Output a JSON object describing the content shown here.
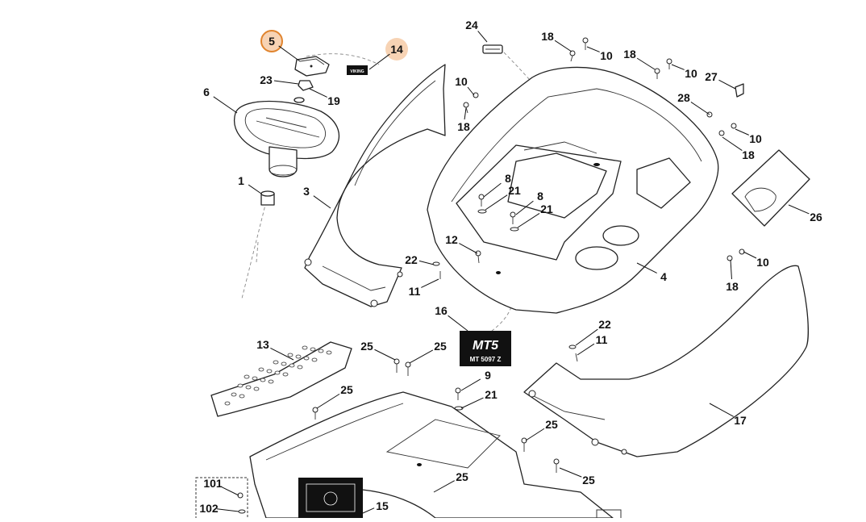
{
  "colors": {
    "highlight_fill": "#f7d3b4",
    "highlight_ring": "#e0842e",
    "ink": "#111111",
    "decal_bg": "#111111"
  },
  "callouts": [
    {
      "id": "5",
      "label": "5",
      "highlighted": "ring"
    },
    {
      "id": "14",
      "label": "14",
      "highlighted": "fill"
    },
    {
      "id": "24",
      "label": "24"
    },
    {
      "id": "18a",
      "label": "18"
    },
    {
      "id": "10a",
      "label": "10"
    },
    {
      "id": "18b",
      "label": "18"
    },
    {
      "id": "10b",
      "label": "10"
    },
    {
      "id": "27",
      "label": "27"
    },
    {
      "id": "23",
      "label": "23"
    },
    {
      "id": "19",
      "label": "19"
    },
    {
      "id": "6",
      "label": "6"
    },
    {
      "id": "10c",
      "label": "10"
    },
    {
      "id": "18c",
      "label": "18"
    },
    {
      "id": "28",
      "label": "28"
    },
    {
      "id": "10d",
      "label": "10"
    },
    {
      "id": "18d",
      "label": "18"
    },
    {
      "id": "1",
      "label": "1"
    },
    {
      "id": "3",
      "label": "3"
    },
    {
      "id": "8a",
      "label": "8"
    },
    {
      "id": "21a",
      "label": "21"
    },
    {
      "id": "8b",
      "label": "8"
    },
    {
      "id": "21b",
      "label": "21"
    },
    {
      "id": "26",
      "label": "26"
    },
    {
      "id": "12",
      "label": "12"
    },
    {
      "id": "22a",
      "label": "22"
    },
    {
      "id": "11a",
      "label": "11"
    },
    {
      "id": "10e",
      "label": "10"
    },
    {
      "id": "18e",
      "label": "18"
    },
    {
      "id": "4",
      "label": "4"
    },
    {
      "id": "16",
      "label": "16"
    },
    {
      "id": "22b",
      "label": "22"
    },
    {
      "id": "11b",
      "label": "11"
    },
    {
      "id": "13",
      "label": "13"
    },
    {
      "id": "25a",
      "label": "25"
    },
    {
      "id": "25b",
      "label": "25"
    },
    {
      "id": "9",
      "label": "9"
    },
    {
      "id": "21c",
      "label": "21"
    },
    {
      "id": "25c",
      "label": "25"
    },
    {
      "id": "17",
      "label": "17"
    },
    {
      "id": "25d",
      "label": "25"
    },
    {
      "id": "25e",
      "label": "25"
    },
    {
      "id": "25f",
      "label": "25"
    },
    {
      "id": "101",
      "label": "101"
    },
    {
      "id": "102",
      "label": "102"
    },
    {
      "id": "15",
      "label": "15"
    }
  ],
  "decals": {
    "mt_model": "MT 5097 Z",
    "logo_text": "MT5",
    "brand_text": "VIKING"
  }
}
